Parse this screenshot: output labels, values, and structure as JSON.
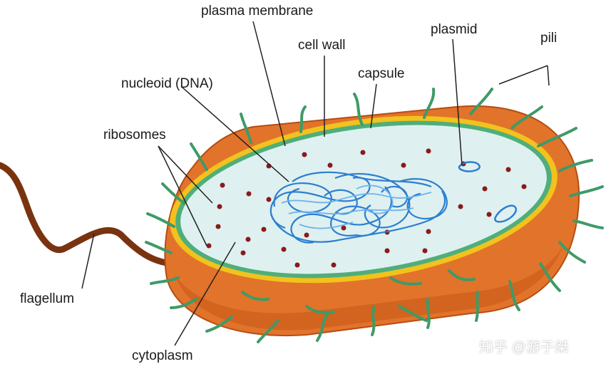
{
  "labels": {
    "plasma_membrane": "plasma membrane",
    "cell_wall": "cell wall",
    "capsule": "capsule",
    "plasmid": "plasmid",
    "pili": "pili",
    "nucleoid": "nucleoid (DNA)",
    "ribosomes": "ribosomes",
    "flagellum": "flagellum",
    "cytoplasm": "cytoplasm"
  },
  "watermark": "知乎 @游子桀",
  "colors": {
    "capsule_outer": "#c85a1a",
    "capsule_body": "#e2732a",
    "cell_wall": "#f2c21e",
    "plasma_membrane": "#4fae7a",
    "cytoplasm": "#dff0f0",
    "ribosome": "#8b1a1a",
    "dna": "#2c7fd0",
    "pili": "#3f9a67",
    "flagellum": "#7a3310",
    "leader_line": "#222222"
  }
}
